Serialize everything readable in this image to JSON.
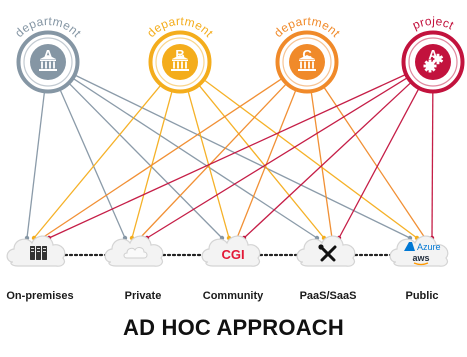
{
  "title": "AD HOC APPROACH",
  "nodes": [
    {
      "arc_label": "department",
      "letter": "A",
      "color": "#8596a4",
      "icon": "bank-icon"
    },
    {
      "arc_label": "department",
      "letter": "B",
      "color": "#f4ad1c",
      "icon": "bank-icon"
    },
    {
      "arc_label": "department",
      "letter": "C",
      "color": "#f08a2a",
      "icon": "bank-icon"
    },
    {
      "arc_label": "project",
      "letter": "A",
      "color": "#c2123d",
      "icon": "gears-icon"
    }
  ],
  "clouds": [
    {
      "label": "On-premises",
      "icon": "server-rack-icon"
    },
    {
      "label": "Private",
      "icon": "cloud-icon"
    },
    {
      "label": "Community",
      "icon": "cgi-logo",
      "logo_text": "CGI"
    },
    {
      "label": "PaaS/SaaS",
      "icon": "tools-icon"
    },
    {
      "label": "Public",
      "icon": "azure-aws-logos",
      "logo_text_1": "Azure",
      "logo_text_2": "aws"
    }
  ]
}
